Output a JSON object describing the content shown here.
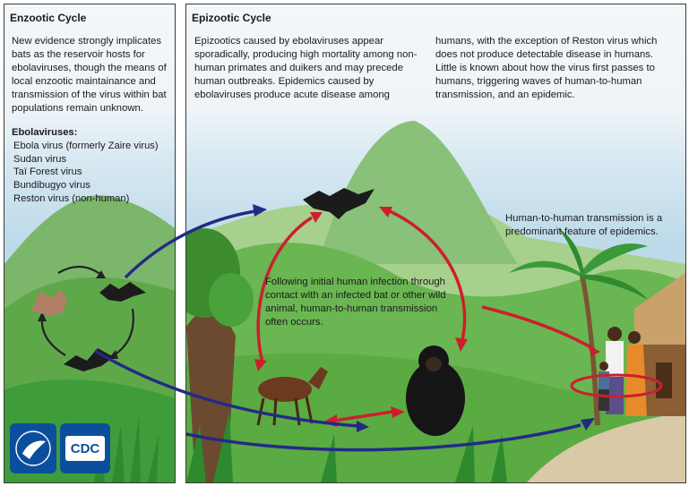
{
  "enzootic": {
    "title": "Enzootic Cycle",
    "description": "New evidence strongly implicates bats as the reservoir hosts for ebolaviruses, though the means of local enzootic maintainance and transmission of the virus within bat populations remain unknown.",
    "list_heading": "Ebolaviruses:",
    "viruses": [
      "Ebola virus (formerly Zaire virus)",
      "Sudan virus",
      "Taï Forest virus",
      "Bundibugyo virus",
      "Reston virus (non-human)"
    ]
  },
  "epizootic": {
    "title": "Epizootic Cycle",
    "description_col1": "Epizootics caused by ebolaviruses appear sporadically, producing high mortality among non-human primates and duikers and may precede human outbreaks. Epidemics caused by ebolaviruses produce acute disease among",
    "description_col2": "humans, with the exception of Reston virus which does not produce detectable disease in humans. Little is known about how the virus first passes to humans, triggering waves of human-to-human transmission, and an epidemic.",
    "note_human": "Human-to-human transmission is a predominant feature of epidemics.",
    "note_infection": "Following initial human infection through contact with an infected bat or other wild animal, human-to-human transmission often occurs."
  },
  "logos": {
    "cdc_text": "CDC"
  },
  "colors": {
    "cycle_arrow": "#cc1f2d",
    "transmission_arrow": "#232a86",
    "bat_cycle_arrow": "#222222",
    "grass": "#6fbe44",
    "cdc_blue": "#0b4f9c"
  }
}
